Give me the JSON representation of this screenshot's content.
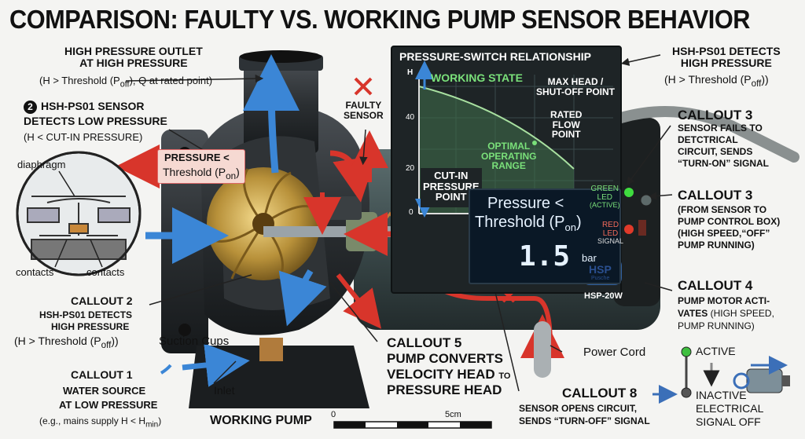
{
  "title": "COMPARISON: FAULTY VS. WORKING PUMP SENSOR BEHAVIOR",
  "top_left": {
    "line1": "HIGH PRESSURE OUTLET",
    "line2": "AT HIGH PRESSURE",
    "detail": "(H > Threshold (P",
    "detail_sub": "off",
    "detail_end": "), Q at rated point)"
  },
  "sensor_low": {
    "badge": "2",
    "line1": "HSH-PS01 SENSOR",
    "line2": "DETECTS LOW PRESSURE",
    "detail": "(H < CUT-IN PRESSURE)"
  },
  "pressure_box": {
    "line1": "PRESSURE <",
    "line2": "Threshold (P",
    "sub": "on",
    "end": ")"
  },
  "inset": {
    "diaphragm": "diaphragm",
    "contacts_left": "contacts",
    "contacts_right": "contacts"
  },
  "faulty": {
    "line1": "FAULTY",
    "line2": "SENSOR"
  },
  "callout2": {
    "line1": "CALLOUT 2",
    "line2": "HSH-PS01 DETECTS",
    "line3": "HIGH PRESSURE",
    "detail": "(H > Threshold (P",
    "sub": "off",
    "end": "))"
  },
  "suction": "Suction Cups",
  "callout1": {
    "line1": "CALLOUT 1",
    "line2": "WATER SOURCE",
    "line3": "AT LOW PRESSURE",
    "detail": "(e.g., mains supply H < H",
    "sub": "min",
    "end": ")"
  },
  "inlet": "Inlet",
  "working_pump": "WORKING PUMP",
  "scale": {
    "zero": "0",
    "five": "5cm"
  },
  "callout5": {
    "line1": "CALLOUT 5",
    "line2": "PUMP CONVERTS",
    "line3": "VELOCITY HEAD",
    "to": "TO",
    "line4": "PRESSURE HEAD"
  },
  "power_cord": "Power Cord",
  "callout8": {
    "line1": "CALLOUT 8",
    "line2": "SENSOR OPENS CIRCUIT,",
    "line3": "SENDS “TURN-OFF” SIGNAL"
  },
  "panel": {
    "title": "PRESSURE-SWITCH RELATIONSHIP",
    "h_axis": "H",
    "y40": "40",
    "y20": "20",
    "y0": "0",
    "working_state": "WORKING STATE",
    "max_head": "MAX HEAD /",
    "shutoff": "SHUT-OFF POINT",
    "rated": "RATED",
    "flow": "FLOW",
    "point": "POINT",
    "optimal": "OPTIMAL",
    "operating": "OPERATING",
    "range": "RANGE",
    "cutin1": "CUT-IN",
    "cutin2": "PRESSURE",
    "cutin3": "POINT"
  },
  "lcd": {
    "line1": "Pressure <",
    "line2": "Threshold (P",
    "sub": "on",
    "end": ")",
    "value": "1.5",
    "unit": "bar"
  },
  "leds": {
    "green1": "GREEN",
    "green2": "LED",
    "green3": "(ACTIVE)",
    "red1": "RED",
    "red2": "LED",
    "red3": "SIGNAL"
  },
  "brand": {
    "logo": "HSP",
    "logo_sub": "Pusche",
    "model": "HSP-20W"
  },
  "top_right": {
    "line1": "HSH-PS01 DETECTS",
    "line2": "HIGH PRESSURE",
    "detail": "(H > Threshold (P",
    "sub": "off",
    "end": "))"
  },
  "callout3a": {
    "line1": "CALLOUT 3",
    "line2": "SENSOR FAILS TO",
    "line3": "DETCTRICAL",
    "line4": "CIRCUIT, SENDS",
    "line5": "“TURN-ON” SIGNAL"
  },
  "callout3b": {
    "line1": "CALLOUT 3",
    "line2": "(FROM SENSOR TO",
    "line3": "PUMP CONTROL BOX)",
    "line4": "(HIGH SPEED,“OFF”",
    "line5": "PUMP RUNNING)"
  },
  "callout4": {
    "line1": "CALLOUT 4",
    "line2": "PUMP MOTOR ACTI-",
    "line3": "VATES",
    "line3b": " (HIGH SPEED,",
    "line4": "PUMP RUNNING)"
  },
  "legend": {
    "active": "ACTIVE",
    "inactive": "INACTIVE",
    "electrical": "ELECTRICAL",
    "signal_off": "SIGNAL OFF"
  },
  "colors": {
    "water_blue": "#3b86d6",
    "flow_red": "#d8352b",
    "impeller_gold": "#b8913a",
    "panel_bg": "#1e2426",
    "curve_green": "#6fcf6f"
  }
}
